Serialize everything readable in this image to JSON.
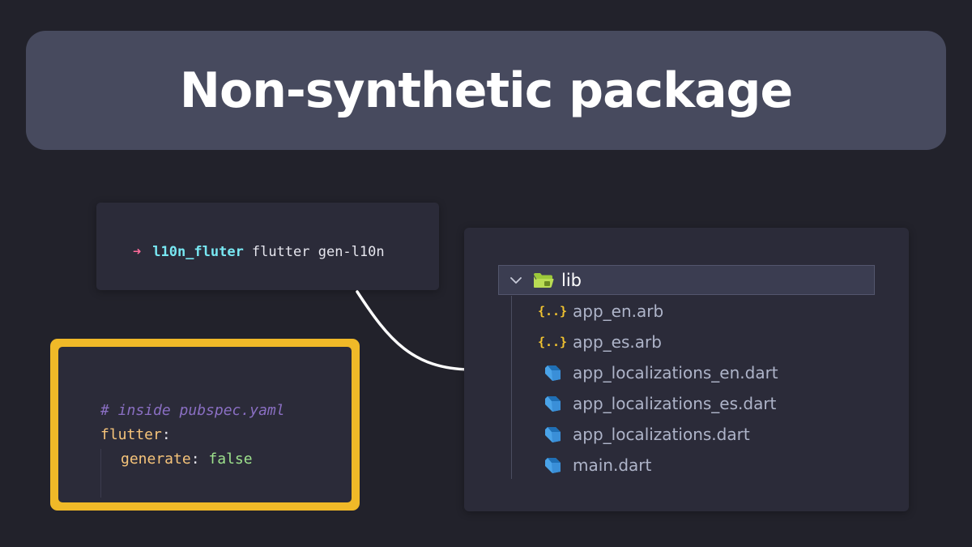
{
  "title": "Non-synthetic package",
  "terminal": {
    "prompt_icon": "arrow-right-icon",
    "prompt": "➜",
    "directory": "l10n_fluter",
    "command": "flutter gen-l10n"
  },
  "yaml": {
    "comment": "# inside pubspec.yaml",
    "key_root": "flutter",
    "key_child": "generate",
    "colon": ":",
    "value": "false",
    "highlight_color": "#f0b928"
  },
  "explorer": {
    "folder": {
      "label": "lib",
      "expanded": true,
      "icon": "folder-open-icon"
    },
    "files": [
      {
        "label": "app_en.arb",
        "icon": "json-braces-icon"
      },
      {
        "label": "app_es.arb",
        "icon": "json-braces-icon"
      },
      {
        "label": "app_localizations_en.dart",
        "icon": "dart-icon"
      },
      {
        "label": "app_localizations_es.dart",
        "icon": "dart-icon"
      },
      {
        "label": "app_localizations.dart",
        "icon": "dart-icon"
      },
      {
        "label": "main.dart",
        "icon": "dart-icon"
      }
    ]
  },
  "colors": {
    "background": "#22222b",
    "banner": "#474a5e",
    "panel": "#2b2b39",
    "accent_cyan": "#78e7f2",
    "accent_pink": "#ff6b9a",
    "dart_blue": "#4aa3e8"
  }
}
